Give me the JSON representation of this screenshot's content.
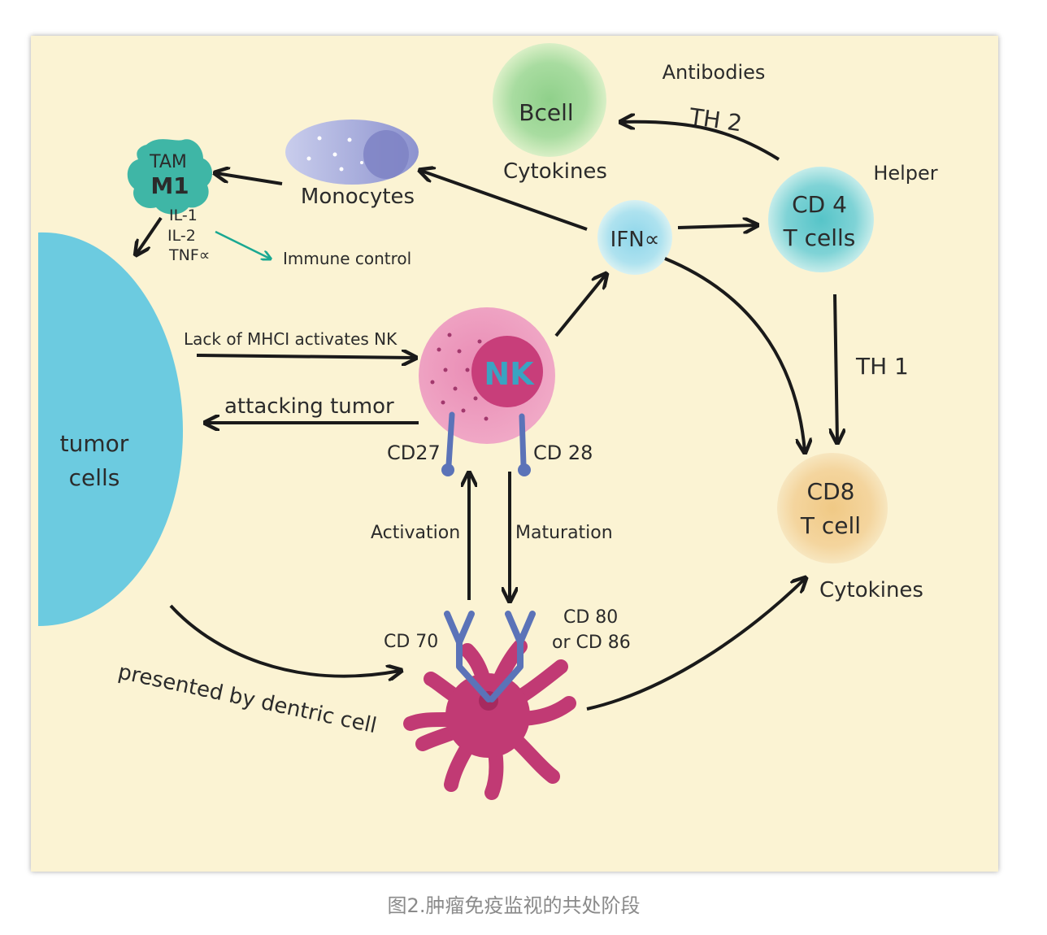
{
  "labels": {
    "antibodies": "Antibodies",
    "bcell": "Bcell",
    "cytokines_b": "Cytokines",
    "th2": "TH 2",
    "helper": "Helper",
    "cd4_line1": "CD 4",
    "cd4_line2": "T cells",
    "tam": "TAM",
    "m1": "M1",
    "il1": "IL-1",
    "il2": "IL-2",
    "tnf": "TNF∝",
    "monocytes": "Monocytes",
    "immune_control": "Immune control",
    "ifn": "IFN∝",
    "lack_mhc": "Lack of MHCI activates NK",
    "attacking": "attacking tumor",
    "nk": "NK",
    "cd27": "CD27",
    "cd28": "CD 28",
    "th1": "TH 1",
    "tumor_line1": "tumor",
    "tumor_line2": "cells",
    "activation": "Activation",
    "maturation": "Maturation",
    "cd8_line1": "CD8",
    "cd8_line2": "T cell",
    "cytokines_cd8": "Cytokines",
    "cd70": "CD 70",
    "cd80_line1": "CD 80",
    "cd80_line2": "or CD 86",
    "presented": "presented by dentric cell"
  },
  "caption": "图2.肿瘤免疫监视的共处阶段"
}
